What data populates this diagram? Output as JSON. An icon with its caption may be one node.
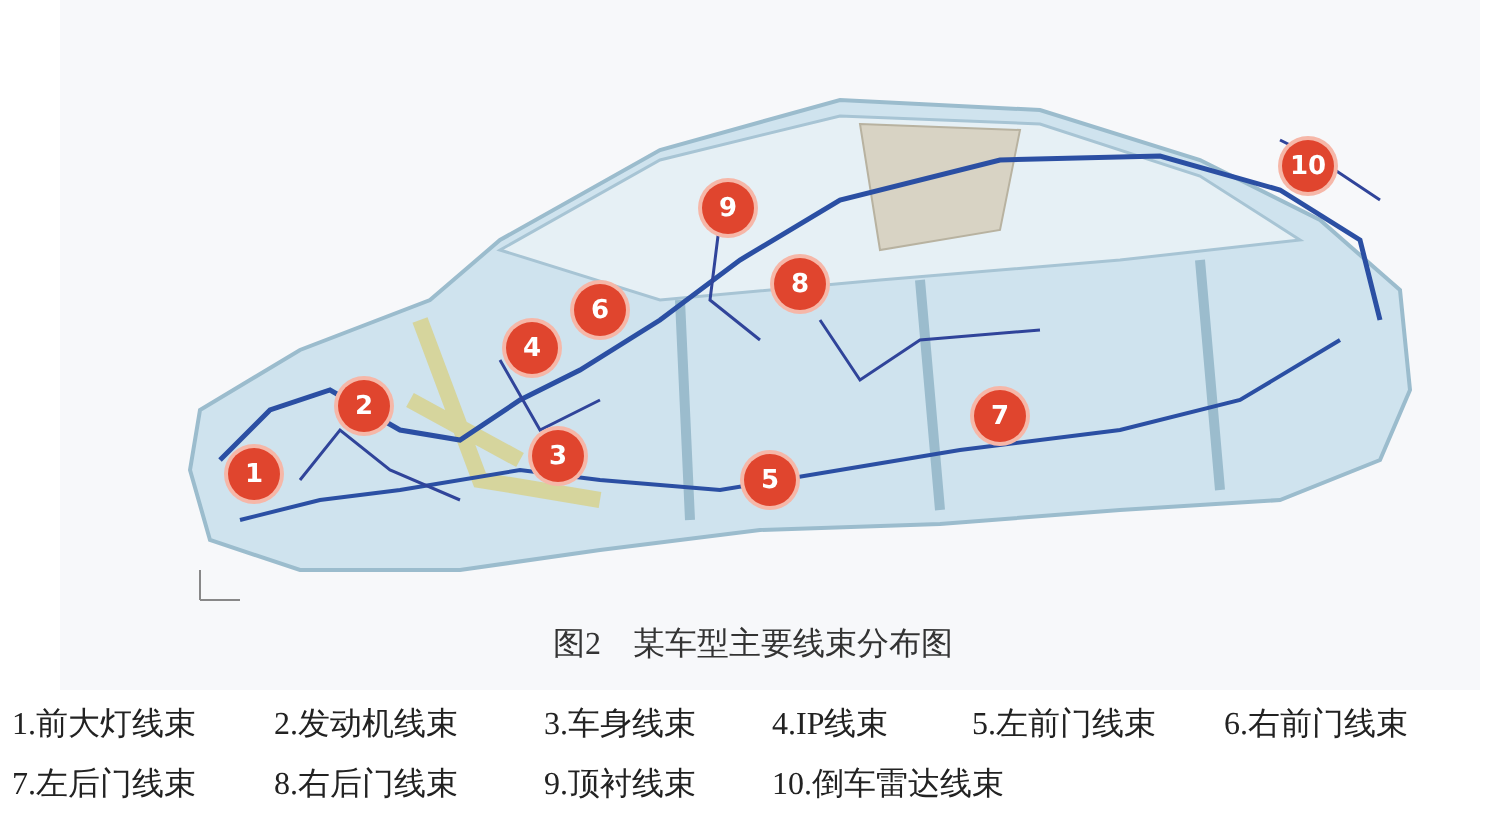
{
  "diagram": {
    "caption": "图2　某车型主要线束分布图",
    "labels": [
      "1",
      "2",
      "3",
      "4",
      "5",
      "6",
      "7",
      "8",
      "9",
      "10",
      "1.前大灯线束",
      "2.发动机线束",
      "3.车身线束",
      "4.IP线束",
      "5.左前门线束",
      "6.右前门线束",
      "7.左后门线束",
      "8.右后门线束",
      "9.顶衬线束",
      "10.倒车雷达线束"
    ]
  }
}
